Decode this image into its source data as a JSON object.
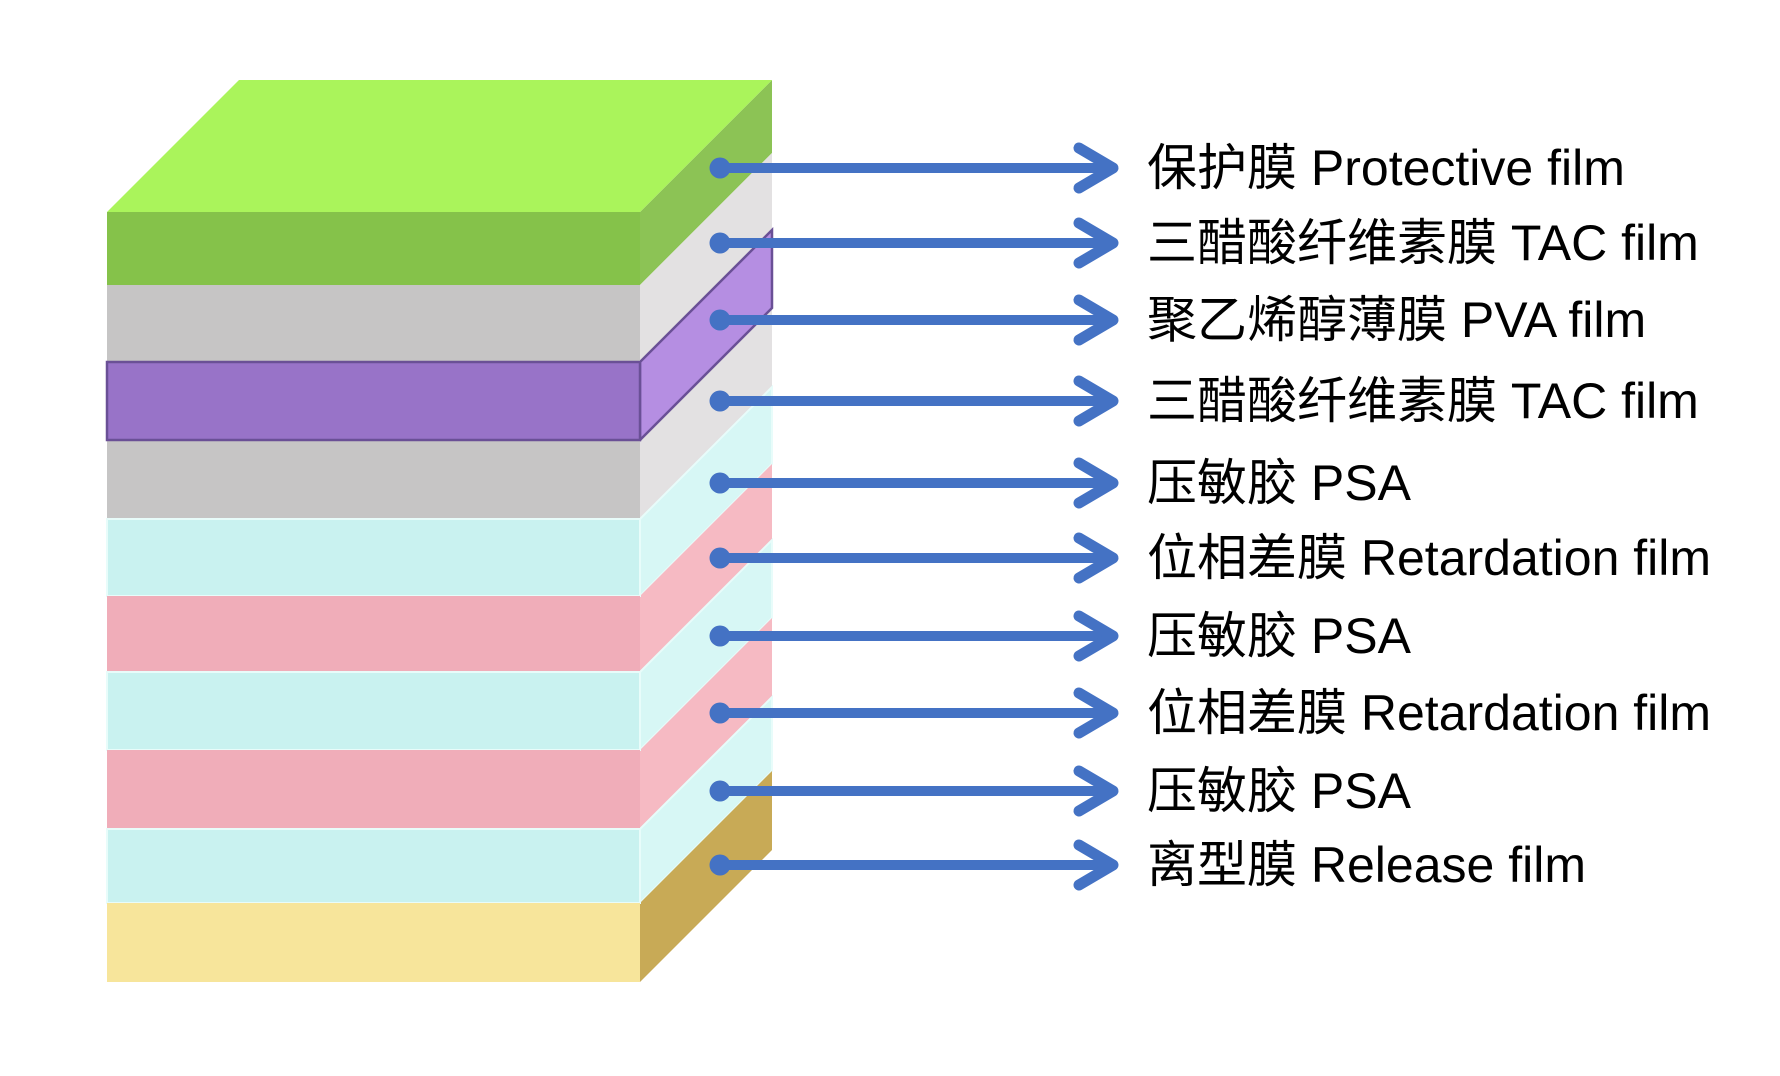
{
  "diagram": {
    "description": "Polarizer film layered stack diagram",
    "background_color": "#ffffff",
    "arrow_color": "#4472c4",
    "label_text_color": "#000000",
    "top_face_color": "#aaf45b",
    "layers": [
      {
        "name": "protective-film",
        "label": "保护膜 Protective film",
        "front_color": "#85c24a",
        "side_color": "#8cc355",
        "top_color": "#aaf45b"
      },
      {
        "name": "tac-film-upper",
        "label": "三醋酸纤维素膜 TAC film",
        "front_color": "#c6c5c5",
        "side_color": "#e3e1e2"
      },
      {
        "name": "pva-film",
        "label": "聚乙烯醇薄膜 PVA film",
        "front_color": "#9873c8",
        "side_color": "#b58ee2",
        "outline_color": "#6a5096"
      },
      {
        "name": "tac-film-lower",
        "label": "三醋酸纤维素膜 TAC film",
        "front_color": "#c6c5c5",
        "side_color": "#e3e1e2"
      },
      {
        "name": "psa-1",
        "label": "压敏胶 PSA",
        "front_color": "#c9f2f0",
        "side_color": "#d7f7f5",
        "edge_color": "#e8fcfa"
      },
      {
        "name": "retardation-film-1",
        "label": "位相差膜 Retardation film",
        "front_color": "#f0adb9",
        "side_color": "#f6bac3"
      },
      {
        "name": "psa-2",
        "label": "压敏胶 PSA",
        "front_color": "#c9f2f0",
        "side_color": "#d7f7f5",
        "edge_color": "#e8fcfa"
      },
      {
        "name": "retardation-film-2",
        "label": "位相差膜 Retardation film",
        "front_color": "#f0adb9",
        "side_color": "#f6bac3"
      },
      {
        "name": "psa-3",
        "label": "压敏胶 PSA",
        "front_color": "#c9f2f0",
        "side_color": "#d7f7f5",
        "edge_color": "#e8fcfa"
      },
      {
        "name": "release-film",
        "label": "离型膜 Release film",
        "front_color": "#f7e59b",
        "side_color": "#c8aa56"
      }
    ]
  }
}
